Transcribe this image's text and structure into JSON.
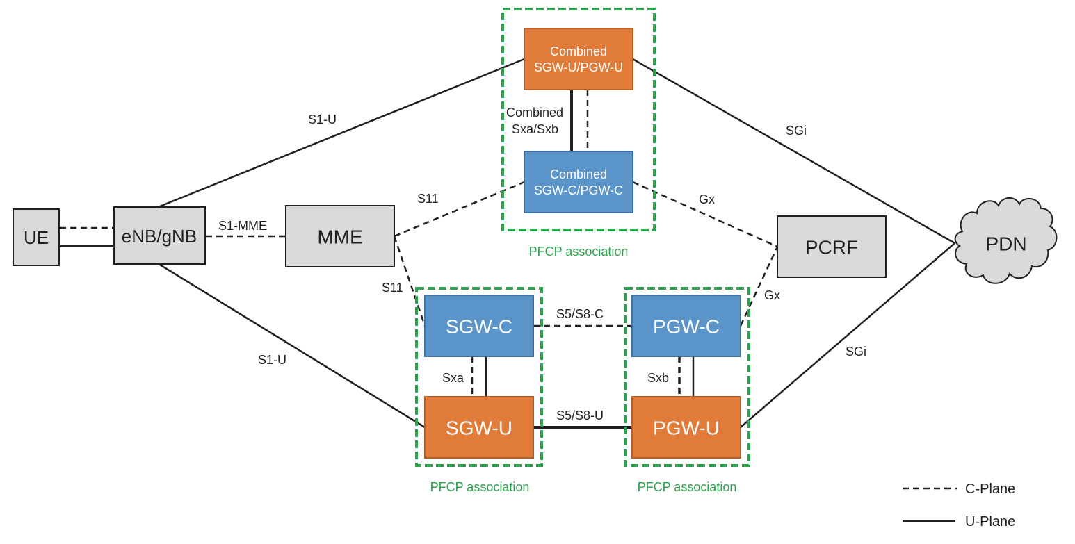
{
  "colors": {
    "grey_node_fill": "#d9dbdb",
    "grey_node_stroke": "#231f20",
    "user_plane_fill": "#e07b39",
    "user_plane_stroke": "#b0602a",
    "control_plane_fill": "#5b94c8",
    "control_plane_stroke": "#41709c",
    "pfcp_green": "#2ba24c",
    "line": "#231f20",
    "node_text_light": "#ffffff",
    "node_text_dark": "#231f20"
  },
  "nodes": {
    "ue": "UE",
    "enb": "eNB/gNB",
    "mme": "MME",
    "combined_u_line1": "Combined",
    "combined_u_line2": "SGW-U/PGW-U",
    "combined_c_line1": "Combined",
    "combined_c_line2": "SGW-C/PGW-C",
    "pcrf": "PCRF",
    "pdn": "PDN",
    "sgw_c": "SGW-C",
    "sgw_u": "SGW-U",
    "pgw_c": "PGW-C",
    "pgw_u": "PGW-U"
  },
  "links": {
    "s1_mme": "S1-MME",
    "s1_u_top": "S1-U",
    "s1_u_bottom": "S1-U",
    "s11_top": "S11",
    "s11_bottom": "S11",
    "combined_sx_line1": "Combined",
    "combined_sx_line2": "Sxa/Sxb",
    "sgi_top": "SGi",
    "sgi_bottom": "SGi",
    "gx_top": "Gx",
    "gx_bottom": "Gx",
    "s5s8_c": "S5/S8-C",
    "s5s8_u": "S5/S8-U",
    "sxa": "Sxa",
    "sxb": "Sxb"
  },
  "pfcp": {
    "top": "PFCP association",
    "sgw": "PFCP association",
    "pgw": "PFCP association"
  },
  "legend": {
    "c_plane": "C-Plane",
    "u_plane": "U-Plane"
  }
}
